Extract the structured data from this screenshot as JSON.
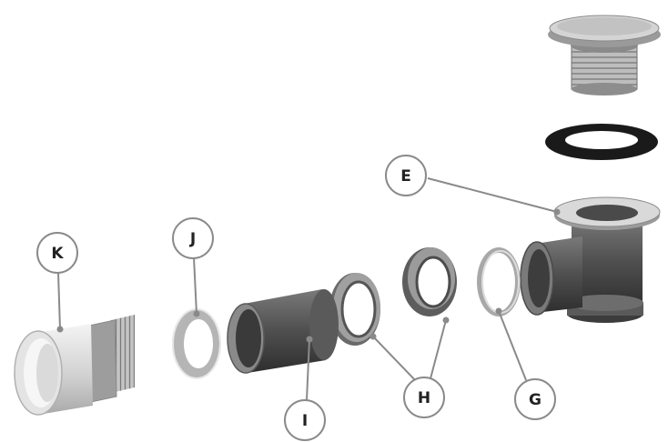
{
  "diagram": {
    "type": "exploded-parts-view",
    "colors": {
      "metal_light": "#c9c9c9",
      "metal_mid": "#8f8f8f",
      "metal_dark": "#4a4a4a",
      "gasket": "#1a1a1a",
      "callout_stroke": "#8a8a8a",
      "callout_fill": "#ffffff"
    },
    "callouts": [
      {
        "id": "E",
        "label": "E"
      },
      {
        "id": "J",
        "label": "J"
      },
      {
        "id": "K",
        "label": "K"
      },
      {
        "id": "H",
        "label": "H"
      },
      {
        "id": "G",
        "label": "G"
      },
      {
        "id": "I",
        "label": "I"
      }
    ]
  }
}
